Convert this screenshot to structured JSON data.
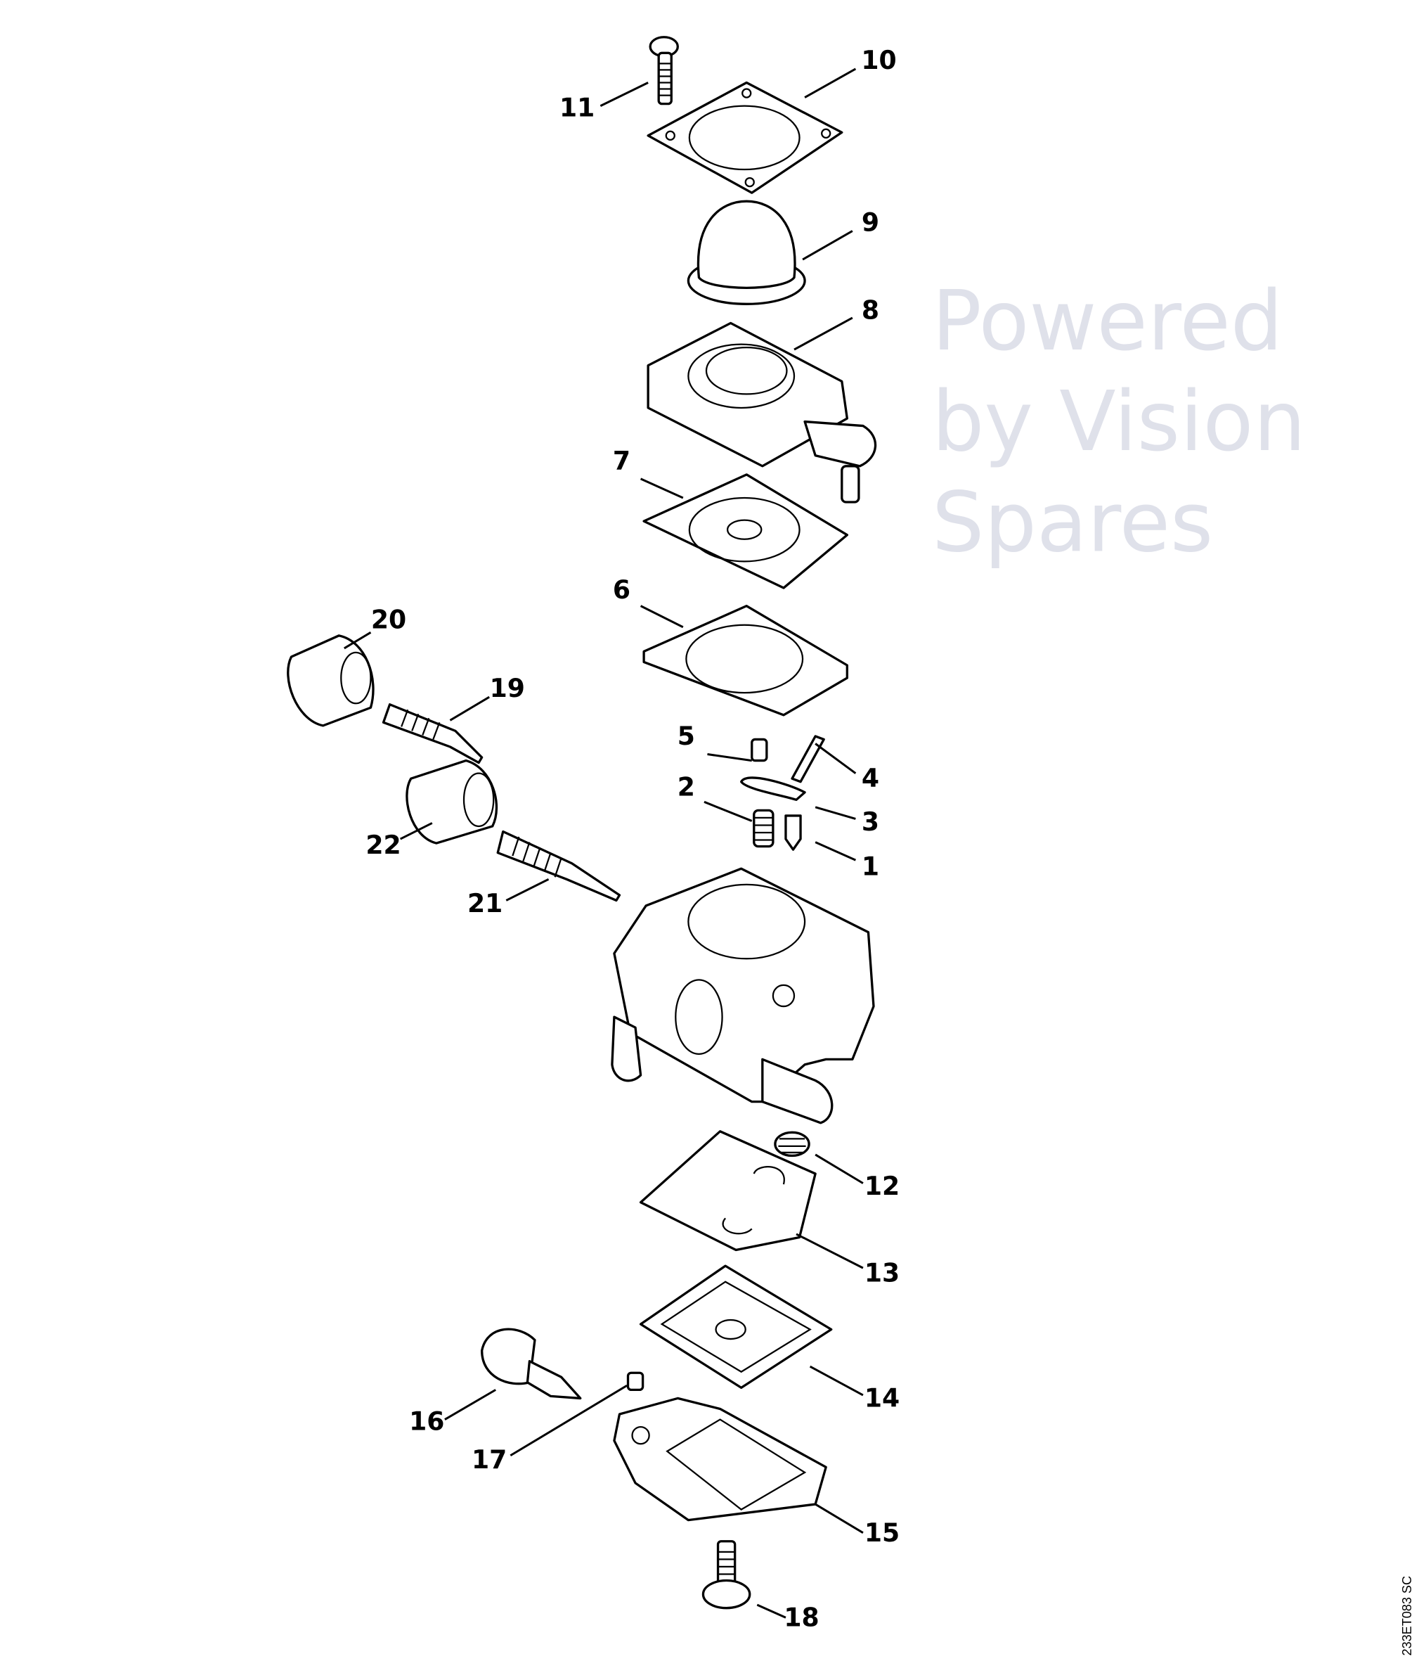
{
  "diagram": {
    "type": "exploded parts diagram",
    "parts": [
      "1",
      "2",
      "3",
      "4",
      "5",
      "6",
      "7",
      "8",
      "9",
      "10",
      "11",
      "12",
      "13",
      "14",
      "15",
      "16",
      "17",
      "18",
      "19",
      "20",
      "21",
      "22"
    ],
    "drawing_code": "233ET083 SC",
    "watermark": "Powered by Vision Spares"
  }
}
